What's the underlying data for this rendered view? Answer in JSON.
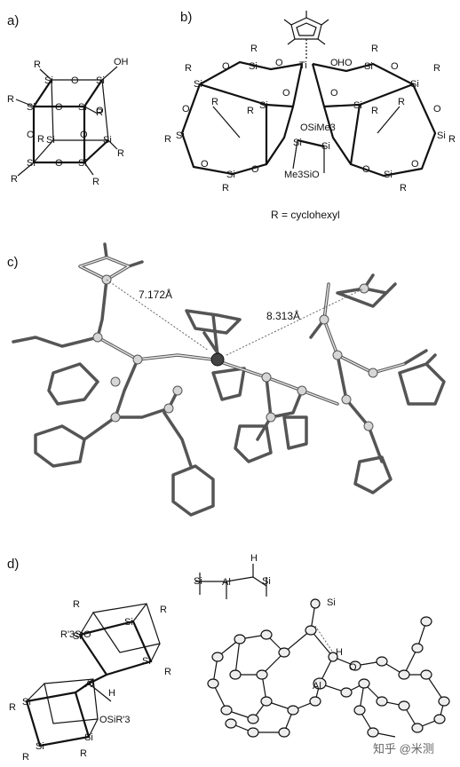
{
  "panels": {
    "a": {
      "label": "a)"
    },
    "b": {
      "label": "b)",
      "legend": "R = cyclohexyl"
    },
    "c": {
      "label": "c)",
      "dist1": "7.172Å",
      "dist2": "8.313Å"
    },
    "d": {
      "label": "d)"
    }
  },
  "atoms": {
    "si": "Si",
    "o": "O",
    "r": "R",
    "oh": "OH",
    "ho": "HO",
    "ti": "Ti",
    "osime3": "OSiMe3",
    "me3sio": "Me3SiO",
    "al": "Al",
    "h": "H",
    "r3sio": "R'3SiO",
    "osir3": "OSiR'3"
  },
  "watermark": "知乎 @米测"
}
